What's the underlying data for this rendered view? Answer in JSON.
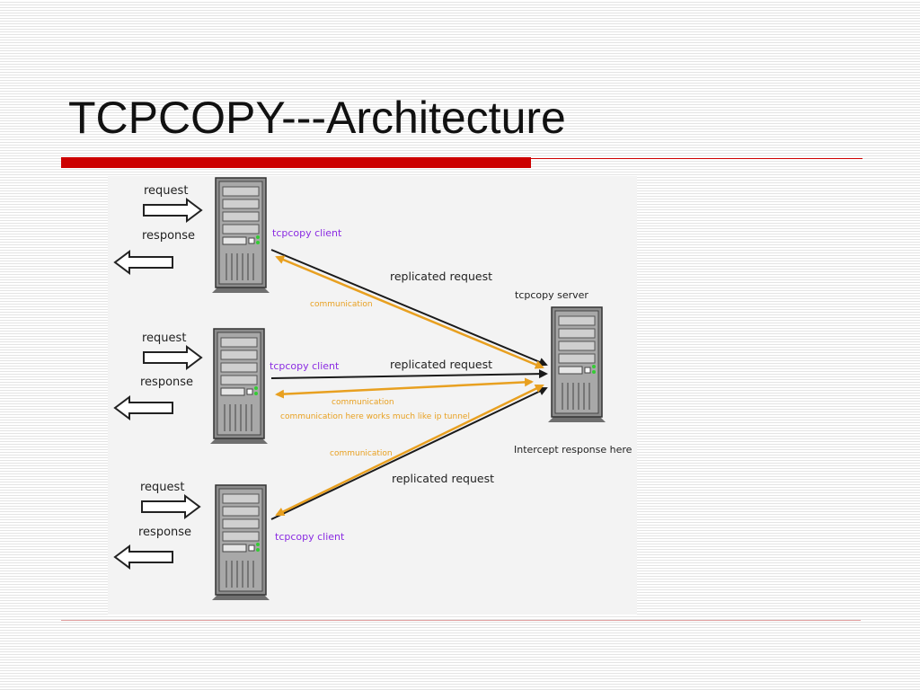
{
  "slide": {
    "title": "TCPCOPY---Architecture"
  },
  "diagram": {
    "clients": [
      {
        "label": "tcpcopy client",
        "request": "request",
        "response": "response"
      },
      {
        "label": "tcpcopy client",
        "request": "request",
        "response": "response"
      },
      {
        "label": "tcpcopy client",
        "request": "request",
        "response": "response"
      }
    ],
    "server": {
      "label": "tcpcopy server",
      "note": "Intercept response here"
    },
    "links": {
      "replicated": [
        "replicated request",
        "replicated request",
        "replicated request"
      ],
      "communication": [
        "communication",
        "communication",
        "communication"
      ],
      "tunnel_note": "communication here works much like ip tunnel"
    },
    "colors": {
      "accent_red": "#cc0000",
      "client_label": "#8a2be2",
      "communication": "#e8a020",
      "replicated_arrow": "#1a1a1a",
      "server_body": "#9a9a9a"
    }
  }
}
